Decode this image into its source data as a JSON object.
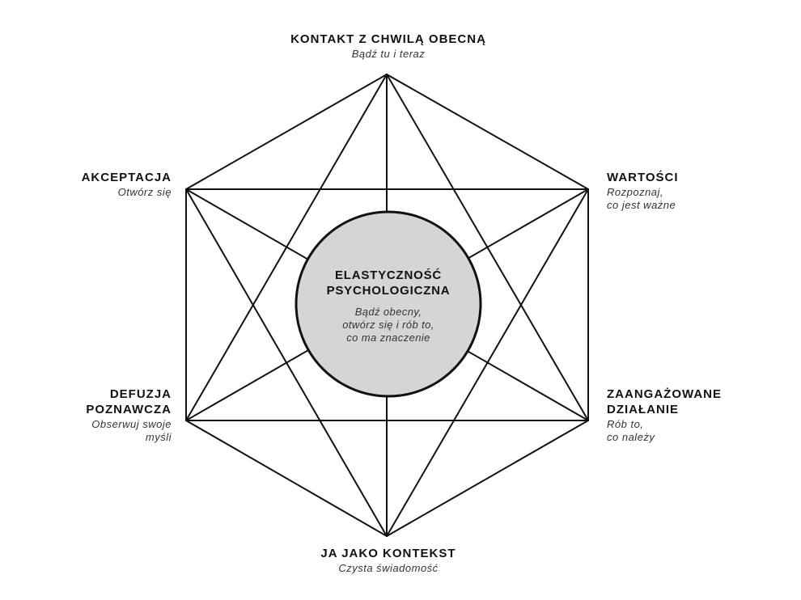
{
  "colors": {
    "line": "#111111",
    "center_fill": "#d3d6d4",
    "background": "#ffffff"
  },
  "center": {
    "title": "ELASTYCZNOŚĆ\nPSYCHOLOGICZNA",
    "subtitle": "Bądź obecny,\notwórz się i rób to,\nco ma znaczenie"
  },
  "nodes": {
    "top": {
      "title": "KONTAKT Z CHWILĄ OBECNĄ",
      "subtitle": "Bądź tu i teraz"
    },
    "upper_right": {
      "title": "WARTOŚCI",
      "subtitle": "Rozpoznaj,\nco jest ważne"
    },
    "lower_right": {
      "title": "ZAANGAŻOWANE\nDZIAŁANIE",
      "subtitle": "Rób to,\nco należy"
    },
    "bottom": {
      "title": "JA JAKO KONTEKST",
      "subtitle": "Czysta świadomość"
    },
    "lower_left": {
      "title": "DEFUZJA\nPOZNAWCZA",
      "subtitle": "Obserwuj swoje\nmyśli"
    },
    "upper_left": {
      "title": "AKCEPTACJA",
      "subtitle": "Otwórz się"
    }
  }
}
